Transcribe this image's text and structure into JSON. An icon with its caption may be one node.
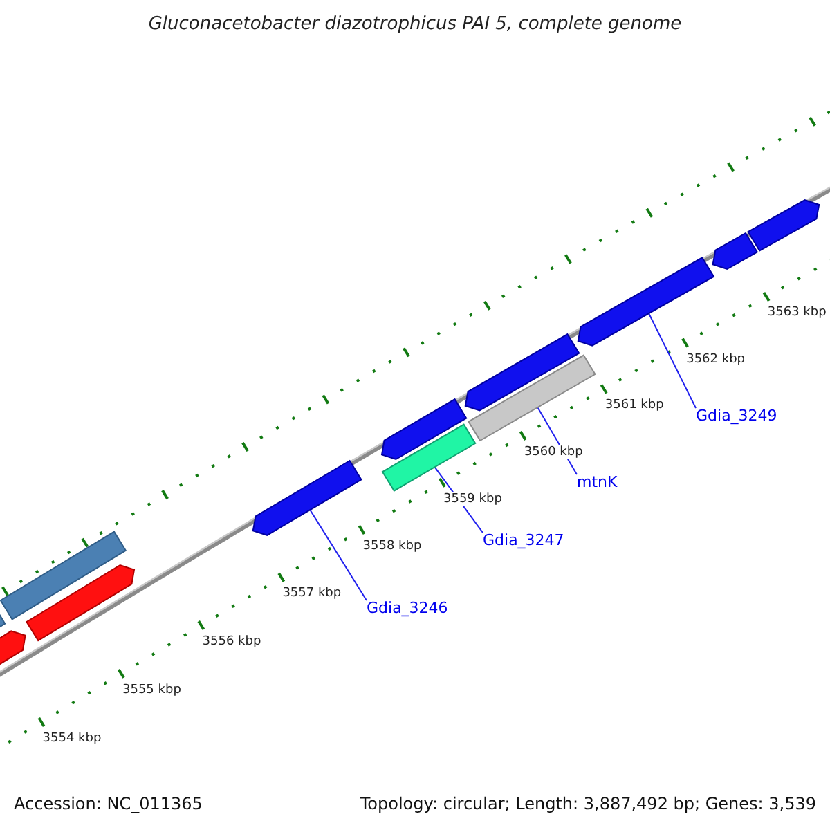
{
  "diagram": {
    "title": "Gluconacetobacter diazotrophicus PAI 5, complete genome",
    "nodes": [
      {
        "text": [],
        "shape": "bar"
      },
      {
        "text": [],
        "shape": "bar"
      },
      {
        "text": [],
        "shape": "bar"
      },
      {
        "text": [],
        "shape": "bar"
      },
      {
        "text": [],
        "shape": "bar"
      },
      {
        "text": [],
        "shape": "bar"
      },
      {
        "text": [],
        "shape": "bar"
      },
      {
        "text": [],
        "shape": "bar"
      },
      {
        "text": [],
        "shape": "bar"
      },
      {
        "text": [],
        "shape": "bar"
      },
      {
        "text": [],
        "shape": "bar"
      },
      {
        "text": [],
        "shape": "bar"
      },
      {
        "text": [
          "Gdia_3246"
        ]
      },
      {
        "text": [
          "Gdia_3247"
        ]
      },
      {
        "text": [
          "mtnK"
        ]
      },
      {
        "text": [
          "Gdia_3249"
        ]
      }
    ],
    "edges": [
      {
        "from": 12,
        "to": 4,
        "arrow": "none"
      },
      {
        "from": 13,
        "to": 6,
        "arrow": "none"
      },
      {
        "from": 14,
        "to": 8,
        "arrow": "none"
      },
      {
        "from": 15,
        "to": 9,
        "arrow": "none"
      }
    ],
    "labels": [
      "3554 kbp",
      "3555 kbp",
      "3556 kbp",
      "3557 kbp",
      "3558 kbp",
      "3559 kbp",
      "3560 kbp",
      "3561 kbp",
      "3562 kbp",
      "3563 kbp",
      "Accession: NC_011365",
      "Topology: circular; Length: 3,887,492 bp; Genes: 3,539"
    ]
  }
}
